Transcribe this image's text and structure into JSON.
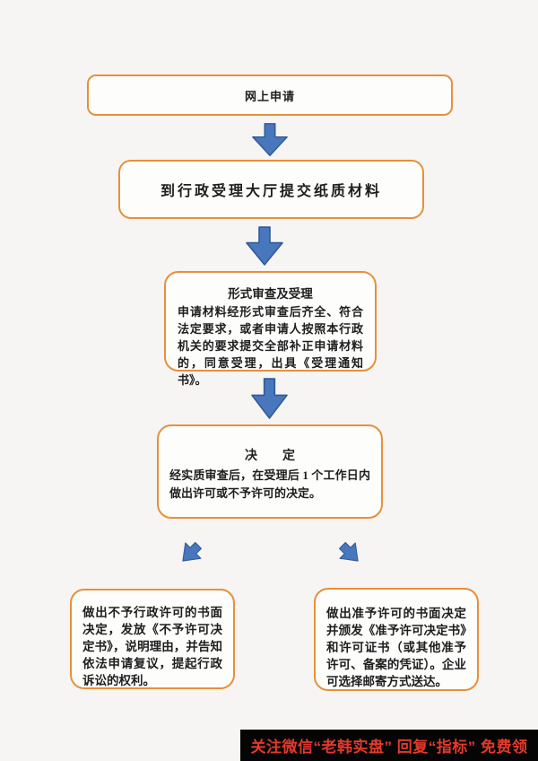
{
  "flow": {
    "step1_label": "网上申请",
    "step2_label": "到行政受理大厅提交纸质材料",
    "step3_title": "形式审查及受理",
    "step3_body": "申请材料经形式审查后齐全、符合法定要求，或者申请人按照本行政机关的要求提交全部补正申请材料的，同意受理，出具《受理通知书》。",
    "step4_title": "决　　定",
    "step4_body": "经实质审查后，在受理后 1 个工作日内做出许可或不予许可的决定。",
    "deny_body": "做出不予行政许可的书面决定，发放《不予许可决定书》，说明理由，并告知依法申请复议，提起行政诉讼的权利。",
    "approve_body": "做出准予许可的书面决定并颁发《准予许可决定书》和许可证书（或其他准予许可、备案的凭证）。企业可选择邮寄方式送达。"
  },
  "banner": {
    "text": "关注微信“老韩实盘” 回复“指标” 免费领",
    "bg": "#050505",
    "text_color": "#E4392C"
  },
  "icons": {
    "flow_connector": "down-arrow",
    "branch_left": "down-left-arrow",
    "branch_right": "down-right-arrow"
  },
  "colors": {
    "box_border": "#E6903A",
    "box_fill": "#FDFDFC",
    "arrow_fill": "#4877BD",
    "arrow_stroke": "#315A96",
    "page_bg": "#F6F5F3",
    "text": "#1E1E1E"
  }
}
